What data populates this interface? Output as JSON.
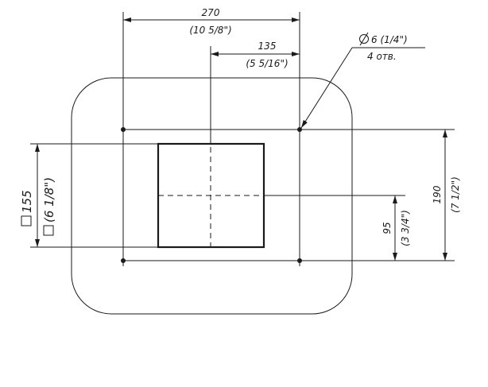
{
  "dimensions": {
    "width_total": {
      "value": "270",
      "imperial": "(10 5/8\")"
    },
    "width_half": {
      "value": "135",
      "imperial": "(5 5/16\")"
    },
    "square_size": {
      "value": "155",
      "imperial": "(6 1/8\")"
    },
    "height_half": {
      "value": "95",
      "imperial": "(3 3/4\")"
    },
    "height_total": {
      "value": "190",
      "imperial": "(7 1/2\")"
    }
  },
  "hole_note": {
    "diameter": "6 (1/4\")",
    "count": "4 отв."
  }
}
